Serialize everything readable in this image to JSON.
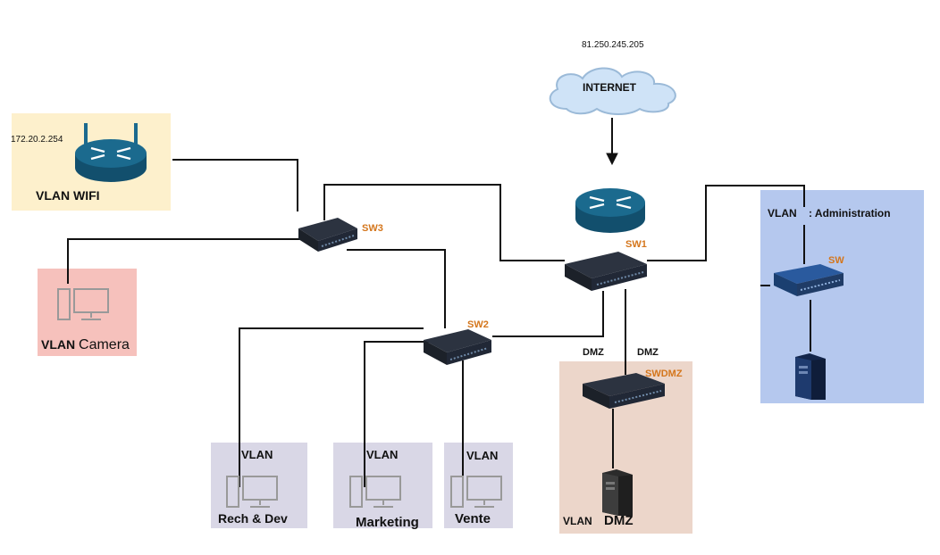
{
  "internet": {
    "ip": "81.250.245.205",
    "label": "INTERNET"
  },
  "switches": {
    "sw1": "SW1",
    "sw2": "SW2",
    "sw3": "SW3",
    "swdmz": "SWDMZ",
    "sw_admin": "SW"
  },
  "wifi": {
    "ip": "172.20.2.254",
    "vlan_label": "VLAN WIFI"
  },
  "camera": {
    "vlan": "VLAN",
    "name": "Camera"
  },
  "admin": {
    "vlan": "VLAN",
    "name": ": Administration"
  },
  "dmz": {
    "link_left": "DMZ",
    "link_right": "DMZ",
    "vlan": "VLAN",
    "name": "DMZ"
  },
  "vlans": [
    {
      "vlan": "VLAN",
      "name": "Rech & Dev"
    },
    {
      "vlan": "VLAN",
      "name": "Marketing"
    },
    {
      "vlan": "VLAN",
      "name": "Vente"
    }
  ],
  "colors": {
    "wifi_zone": "#fdf0cc",
    "camera_zone": "#f6c1bc",
    "admin_zone": "#b5c8ee",
    "dmz_zone": "#ecd6ca",
    "vlan_zone": "#d9d7e6",
    "switch_accent": "#d4761c",
    "router": "#1b6a8e"
  }
}
